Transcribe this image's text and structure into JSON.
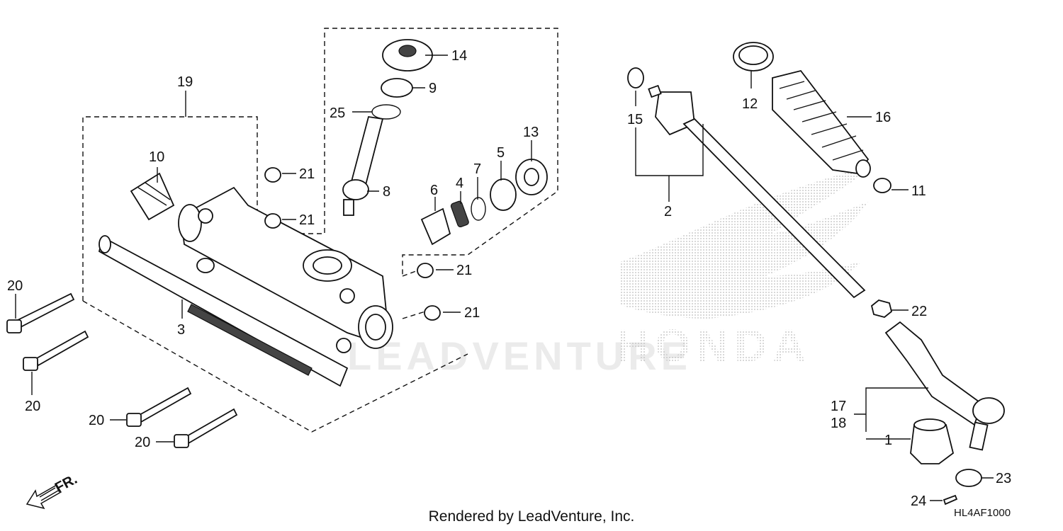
{
  "diagram_code": "HL4AF1000",
  "footer_text": "Rendered by LeadVenture, Inc.",
  "watermark_text": "LEADVENTURE",
  "background_brand_text": "HONDA",
  "front_indicator": "FR.",
  "callouts": {
    "c1": "1",
    "c2": "2",
    "c3": "3",
    "c4": "4",
    "c5": "5",
    "c6": "6",
    "c7": "7",
    "c8": "8",
    "c9": "9",
    "c10": "10",
    "c11": "11",
    "c12": "12",
    "c13": "13",
    "c14": "14",
    "c15": "15",
    "c16": "16",
    "c17": "17",
    "c18": "18",
    "c19": "19",
    "c20a": "20",
    "c20b": "20",
    "c20c": "20",
    "c20d": "20",
    "c21a": "21",
    "c21b": "21",
    "c21c": "21",
    "c21d": "21",
    "c22": "22",
    "c23": "23",
    "c24": "24",
    "c25": "25"
  }
}
